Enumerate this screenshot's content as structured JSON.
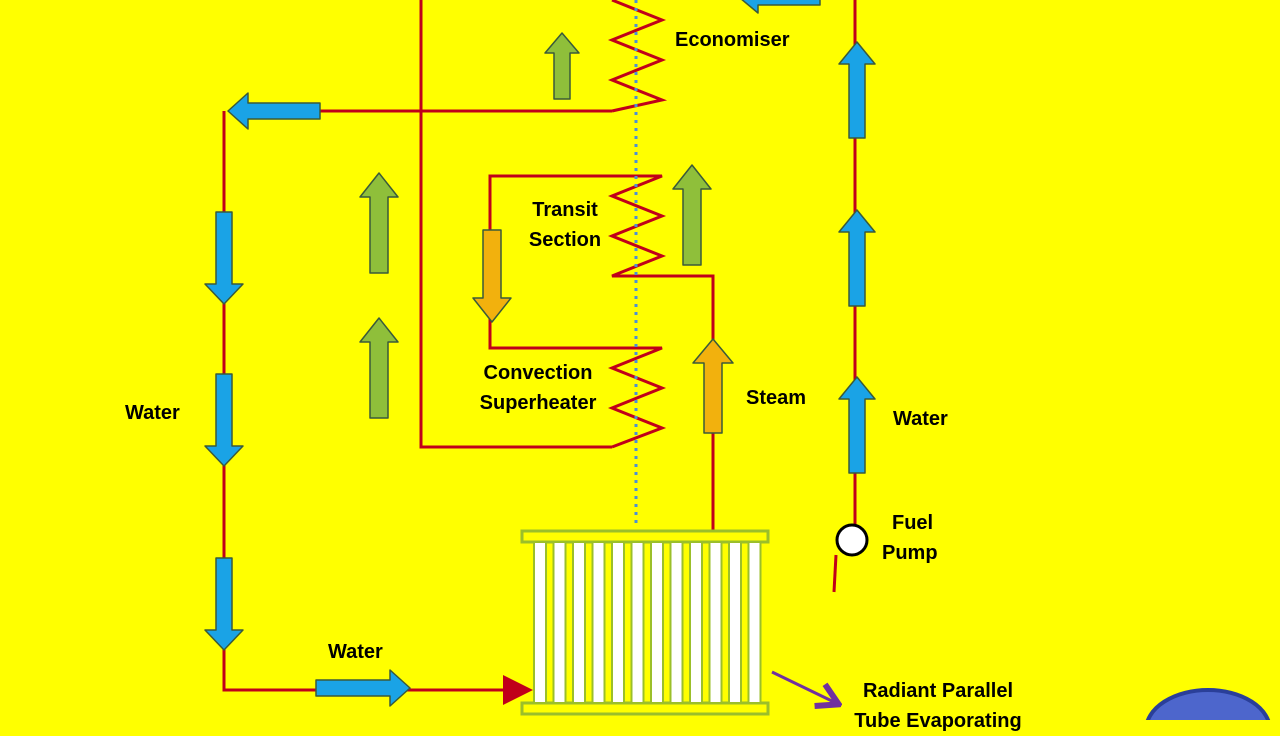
{
  "diagram": {
    "colors": {
      "background": "#ffff00",
      "pipe": "#c0001a",
      "water_arrow": "#1aa3e6",
      "flue_arrow": "#8fbf3a",
      "steam_arrow": "#f2b10d",
      "tube_bank": "#9bbf2a",
      "dotted_line": "#4a8fd8",
      "pointer": "#7030a0",
      "pump": "#ffffff",
      "button": "#4d66cc"
    },
    "labels": {
      "economiser": "Economiser",
      "transit_line1": "Transit",
      "transit_line2": "Section",
      "convection_line1": "Convection",
      "convection_line2": "Superheater",
      "steam": "Steam",
      "water_left": "Water",
      "water_right": "Water",
      "water_bottom": "Water",
      "fuel_line1": "Fuel",
      "fuel_line2": "Pump",
      "radiant_line1": "Radiant Parallel",
      "radiant_line2": "Tube  Evaporating"
    },
    "icons": {
      "water_arrow": "arrow-icon",
      "flue_arrow": "arrow-icon",
      "steam_arrow": "arrow-icon",
      "pump": "pump-icon",
      "pointer": "pointer-arrow-icon"
    }
  }
}
